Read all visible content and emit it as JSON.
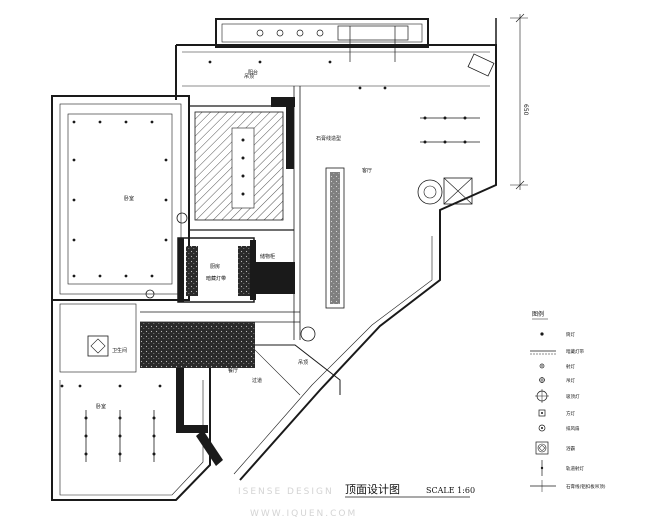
{
  "drawing": {
    "title": "顶面设计图",
    "scale": "SCALE 1:60",
    "dimension": "650"
  },
  "rooms": {
    "bedroom": "卧室",
    "living": "客厅",
    "balcony_top": "阳台",
    "lower_room": "卧室",
    "kitchen": "厨房",
    "bath": "卫生间",
    "corridor": "过道",
    "dining": "餐厅"
  },
  "annotations": {
    "ceiling_top": "吊顶",
    "ceiling_note": "石膏线造型",
    "cabinet": "储物柜",
    "lighting_strip": "暗藏灯带",
    "lower_ceiling": "吊顶"
  },
  "legend": {
    "title": "图例",
    "items": [
      {
        "symbol": "downlight",
        "label": "筒灯"
      },
      {
        "symbol": "strip",
        "label": "暗藏灯带"
      },
      {
        "symbol": "spot",
        "label": "射灯"
      },
      {
        "symbol": "pendant",
        "label": "吊灯"
      },
      {
        "symbol": "ceiling-light",
        "label": "吸顶灯"
      },
      {
        "symbol": "square-light",
        "label": "方灯"
      },
      {
        "symbol": "exhaust",
        "label": "排风扇"
      },
      {
        "symbol": "heater",
        "label": "浴霸"
      },
      {
        "symbol": "track",
        "label": "轨道射灯"
      },
      {
        "symbol": "line",
        "label": "石膏线(铝扣板吊顶)"
      }
    ]
  },
  "watermark": {
    "line1": "ISENSE DESIGN",
    "line2": "WWW.IQUEN.COM"
  },
  "colors": {
    "line": "#1a1a1a",
    "wall_fill": "#1a1a1a",
    "hatch": "#555555",
    "watermark": "#d4d4d4"
  }
}
